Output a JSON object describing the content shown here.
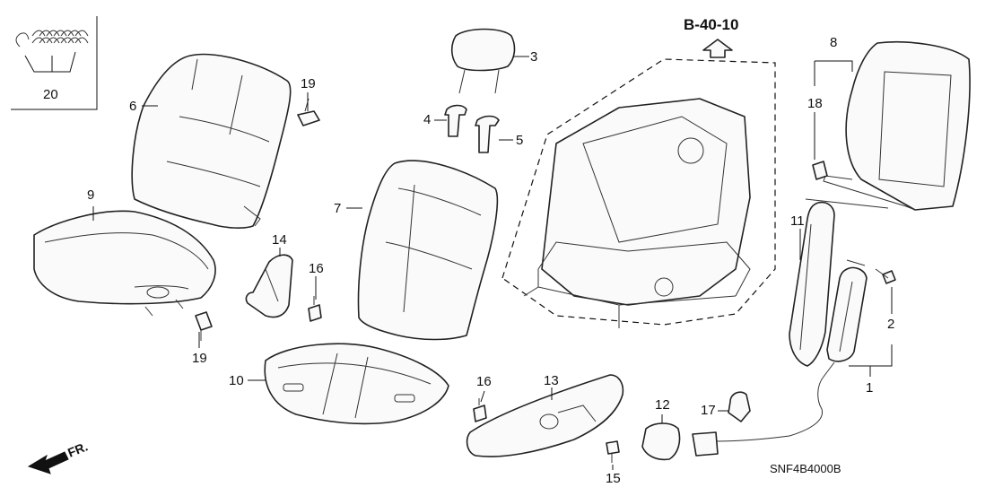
{
  "diagram": {
    "reference": "B-40-10",
    "diagram_code": "SNF4B4000B",
    "front_marker": "FR.",
    "callouts": {
      "p1": "1",
      "p2": "2",
      "p3": "3",
      "p4": "4",
      "p5": "5",
      "p6": "6",
      "p7": "7",
      "p8": "8",
      "p9": "9",
      "p10": "10",
      "p11": "11",
      "p12": "12",
      "p13": "13",
      "p14": "14",
      "p15": "15",
      "p16a": "16",
      "p16b": "16",
      "p17": "17",
      "p18": "18",
      "p19a": "19",
      "p19b": "19",
      "p20": "20"
    }
  }
}
